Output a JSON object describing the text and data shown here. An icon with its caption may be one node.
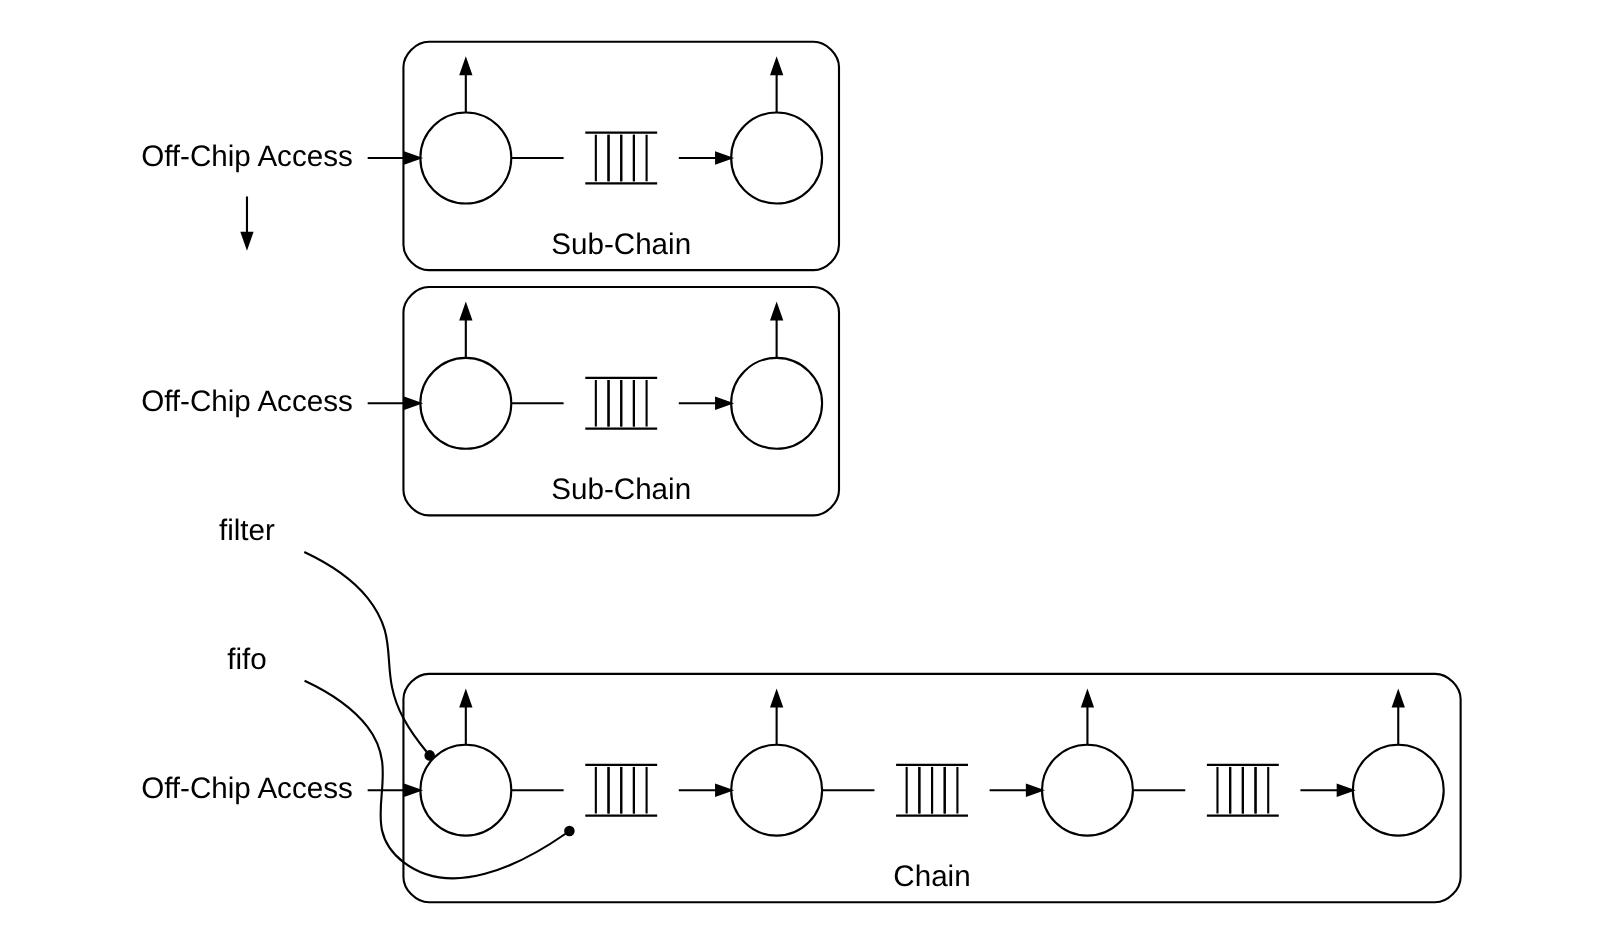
{
  "diagram": {
    "nodes": [
      {
        "text": [
          "filter"
        ]
      },
      {
        "text": [
          "fifo"
        ]
      },
      {
        "text": [
          "Off-Chip Access"
        ]
      },
      {
        "text": [
          "Chain"
        ]
      },
      {
        "text": [],
        "shape": "circle",
        "in": 3
      },
      {
        "text": [],
        "shape": "queue",
        "in": 3
      },
      {
        "text": [],
        "shape": "circle",
        "in": 3
      },
      {
        "text": [],
        "shape": "queue",
        "in": 3
      },
      {
        "text": [],
        "shape": "circle",
        "in": 3
      },
      {
        "text": [],
        "shape": "queue",
        "in": 3
      },
      {
        "text": [],
        "shape": "circle",
        "in": 3
      },
      {
        "text": [
          "Off-Chip Access"
        ]
      },
      {
        "text": [
          "Sub-Chain"
        ]
      },
      {
        "text": [],
        "shape": "circle",
        "in": 12
      },
      {
        "text": [],
        "shape": "queue",
        "in": 12
      },
      {
        "text": [],
        "shape": "circle",
        "in": 12
      },
      {
        "text": [
          "Off-Chip Access"
        ]
      },
      {
        "text": [
          "Sub-Chain"
        ]
      },
      {
        "text": [],
        "shape": "circle",
        "in": 17
      },
      {
        "text": [],
        "shape": "queue",
        "in": 17
      },
      {
        "text": [],
        "shape": "circle",
        "in": 17
      }
    ],
    "edges": [
      {
        "from": 0,
        "to": 4,
        "arrow": "other"
      },
      {
        "from": 1,
        "to": 5,
        "arrow": "other"
      },
      {
        "from": 2,
        "to": 4,
        "arrow": "to"
      },
      {
        "from": 4,
        "to": 5,
        "arrow": "none"
      },
      {
        "from": 5,
        "to": 6,
        "arrow": "to"
      },
      {
        "from": 6,
        "to": 7,
        "arrow": "none"
      },
      {
        "from": 7,
        "to": 8,
        "arrow": "to"
      },
      {
        "from": 8,
        "to": 9,
        "arrow": "none"
      },
      {
        "from": 9,
        "to": 10,
        "arrow": "to"
      },
      {
        "from": 4,
        "to": null,
        "arrow": "to"
      },
      {
        "from": 6,
        "to": null,
        "arrow": "to"
      },
      {
        "from": 8,
        "to": null,
        "arrow": "to"
      },
      {
        "from": 10,
        "to": null,
        "arrow": "to"
      },
      {
        "from": 11,
        "to": 13,
        "arrow": "to"
      },
      {
        "from": 13,
        "to": 14,
        "arrow": "none"
      },
      {
        "from": 14,
        "to": 15,
        "arrow": "to"
      },
      {
        "from": 13,
        "to": null,
        "arrow": "to"
      },
      {
        "from": 15,
        "to": null,
        "arrow": "to"
      },
      {
        "from": 16,
        "to": 18,
        "arrow": "to"
      },
      {
        "from": 16,
        "to": null,
        "arrow": "to"
      },
      {
        "from": 18,
        "to": 19,
        "arrow": "none"
      },
      {
        "from": 19,
        "to": 20,
        "arrow": "to"
      },
      {
        "from": 18,
        "to": null,
        "arrow": "to"
      },
      {
        "from": 20,
        "to": null,
        "arrow": "to"
      }
    ]
  }
}
